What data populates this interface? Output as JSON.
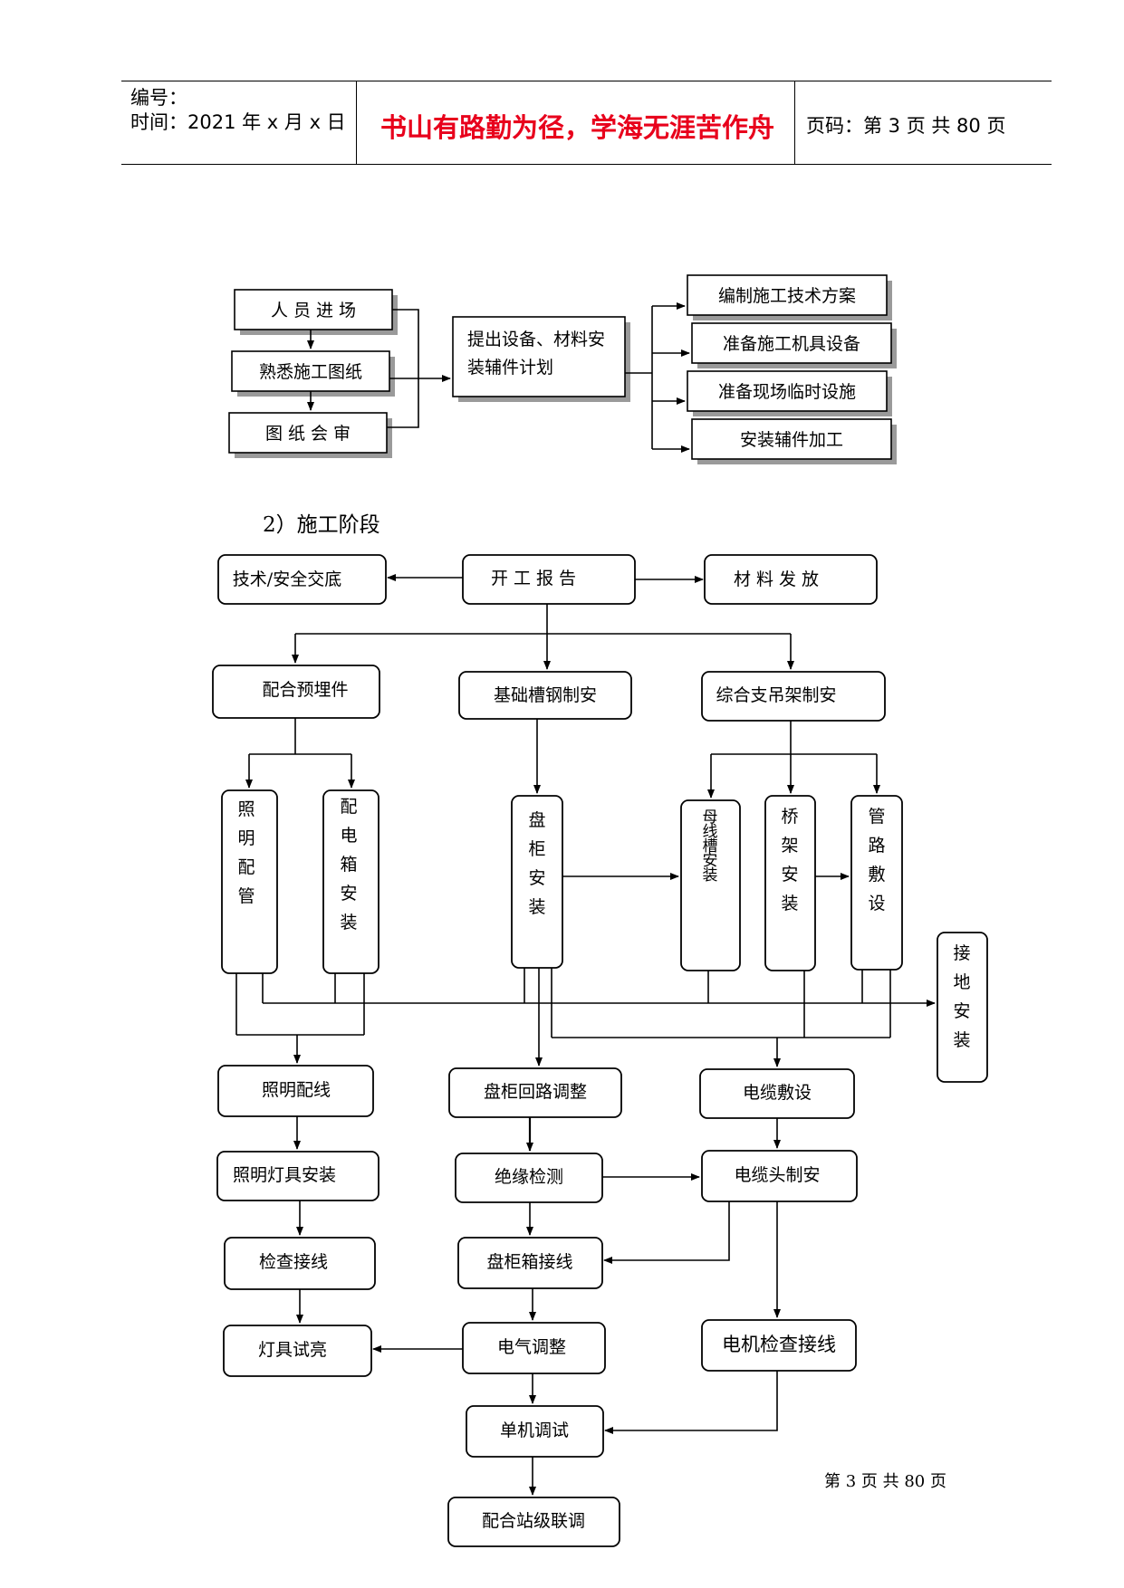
{
  "header": {
    "number_label": "编号：",
    "time_label": "时间：2021 年 x 月 x 日",
    "motto": "书山有路勤为径，学海无涯苦作舟",
    "page_label": "页码：第 3 页  共 80 页"
  },
  "prep_stage": {
    "personnel_entry": "人 员 进 场",
    "familiarize_drawings": "熟悉施工图纸",
    "drawing_review": "图 纸 会 审",
    "material_plan_line1": "提出设备、材料安",
    "material_plan_line2": "装辅件计划",
    "tech_plan": "编制施工技术方案",
    "tools_prep": "准备施工机具设备",
    "temp_facilities": "准备现场临时设施",
    "aux_processing": "安装辅件加工"
  },
  "section_title": "2）施工阶段",
  "construction_stage": {
    "tech_safety_briefing": "技术/安全交底",
    "start_report": "开 工 报 告",
    "material_issue": "材 料 发 放",
    "embedded_parts": "配合预埋件",
    "foundation_channel": "基础槽钢制安",
    "support_hangers": "综合支吊架制安",
    "lighting_conduit": "照明配管",
    "distribution_box": "配电箱安装",
    "cabinet_install": "盘柜安装",
    "busway_install": "母线槽安装",
    "tray_install": "桥架安装",
    "pipe_laying": "管路敷设",
    "grounding_install": "接地安装",
    "lighting_wiring": "照明配线",
    "cabinet_circuit_adjust": "盘柜回路调整",
    "cable_laying": "电缆敷设",
    "lamp_install": "照明灯具安装",
    "insulation_test": "绝缘检测",
    "cable_terminal": "电缆头制安",
    "check_wiring": "检查接线",
    "cabinet_wiring": "盘柜箱接线",
    "lamp_trial": "灯具试亮",
    "electrical_adjust": "电气调整",
    "motor_check": "电机检查接线",
    "single_test": "单机调试",
    "station_joint_test": "配合站级联调"
  },
  "footer": "第  3  页  共  80  页"
}
